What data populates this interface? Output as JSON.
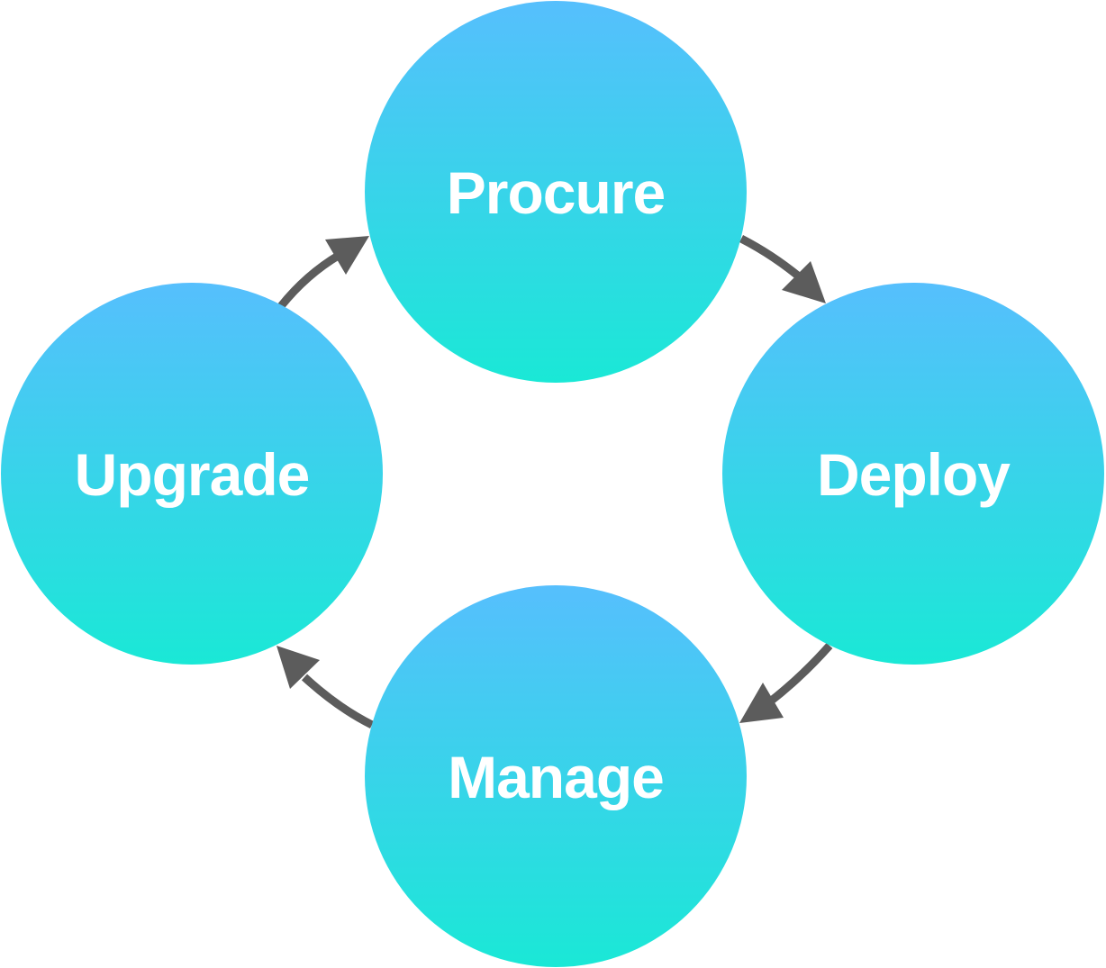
{
  "diagram": {
    "type": "cycle",
    "nodes": [
      {
        "id": "procure",
        "label": "Procure"
      },
      {
        "id": "deploy",
        "label": "Deploy"
      },
      {
        "id": "manage",
        "label": "Manage"
      },
      {
        "id": "upgrade",
        "label": "Upgrade"
      }
    ],
    "edges": [
      {
        "from": "procure",
        "to": "deploy"
      },
      {
        "from": "deploy",
        "to": "manage"
      },
      {
        "from": "manage",
        "to": "upgrade"
      },
      {
        "from": "upgrade",
        "to": "procure"
      }
    ],
    "colors": {
      "gradient_top": "#56BFFD",
      "gradient_bottom": "#1AE8D6",
      "label": "#FFFFFF",
      "arrow": "#5C5C5C"
    }
  }
}
